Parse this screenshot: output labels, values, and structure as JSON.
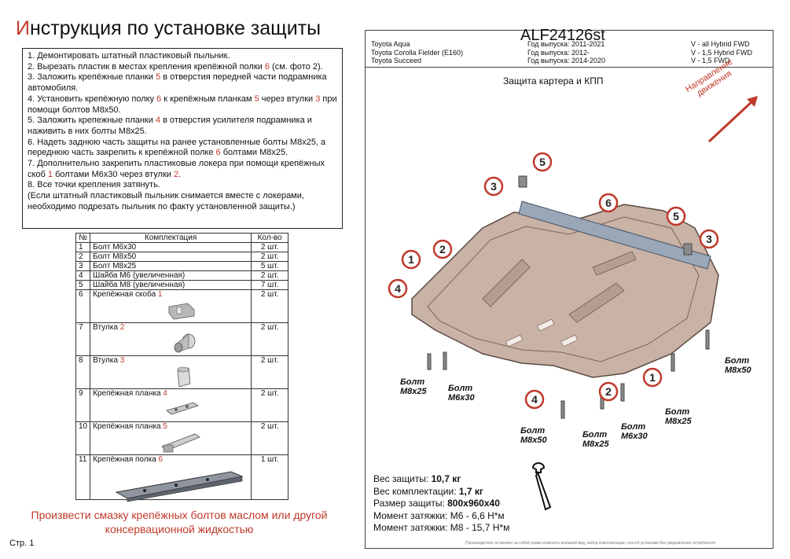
{
  "title": {
    "first_letter": "И",
    "rest": "нструкция по установке защиты"
  },
  "instructions": [
    {
      "text": "1. Демонтировать штатный пластиковый пыльник."
    },
    {
      "pre": "2. Вырезать пластик в местах крепления крепёжной полки ",
      "red": "6",
      "post": " (см. фото 2)."
    },
    {
      "pre": "3. Заложить крепёжные планки ",
      "red": "5",
      "post": " в отверстия передней части подрамника автомобиля."
    },
    {
      "pre": "4. Установить крепёжную полку ",
      "red": "6",
      "mid": " к крепёжным планкам ",
      "red2": "5",
      "mid2": " через втулки ",
      "red3": "3",
      "post": " при помощи болтов М8х50."
    },
    {
      "pre": "5. Заложить крепежные планки ",
      "red": "4",
      "post": " в отверстия усилителя подрамника и наживить в них болты М8х25."
    },
    {
      "pre": "6. Надеть заднюю часть защиты на ранее установленные болты М8х25, а переднюю часть закрепить к крепёжной полке ",
      "red": "6",
      "post": " болтами М8х25."
    },
    {
      "pre": "7. Дополнительно закрепить пластиковые локера при помощи крепёжных скоб ",
      "red": "1",
      "post": " болтами М6х30 через втулки ",
      "red2": "2",
      "post2": "."
    },
    {
      "text": "8. Все точки крепления затянуть."
    },
    {
      "text": "(Если штатный пластиковый пыльник снимается вместе с локерами, необходимо подрезать пыльник по факту установленной защиты.)"
    }
  ],
  "kit": {
    "headers": {
      "num": "№",
      "name": "Комплектация",
      "qty": "Кол-во"
    },
    "rows": [
      {
        "num": "1",
        "name": "Болт М6х30",
        "qty": "2 шт."
      },
      {
        "num": "2",
        "name": "Болт М8х50",
        "qty": "2 шт."
      },
      {
        "num": "3",
        "name": "Болт М8х25",
        "qty": "5 шт."
      },
      {
        "num": "4",
        "name": "Шайба М6 (увеличенная)",
        "qty": "2 шт."
      },
      {
        "num": "5",
        "name": "Шайба М8 (увеличенная)",
        "qty": "7 шт."
      },
      {
        "num": "6",
        "name": "Крепёжная скоба",
        "red": "1",
        "qty": "2 шт."
      },
      {
        "num": "7",
        "name": "Втулка",
        "red": "2",
        "qty": "2 шт."
      },
      {
        "num": "8",
        "name": "Втулка",
        "red": "3",
        "qty": "2 шт."
      },
      {
        "num": "9",
        "name": "Крепёжная планка",
        "red": "4",
        "qty": "2 шт."
      },
      {
        "num": "10",
        "name": "Крепёжная планка",
        "red": "5",
        "qty": "2 шт."
      },
      {
        "num": "11",
        "name": "Крепёжная полка",
        "red": "6",
        "qty": "1 шт."
      }
    ]
  },
  "lube_note": "Произвести смазку крепёжных болтов маслом или другой консервационной жидкостью",
  "page": "Стр. 1",
  "article": "ALF24126st",
  "cars": [
    {
      "model": "Toyota Aqua",
      "years": "Год выпуска: 2011-2021",
      "engine": "V - all Hybrid FWD"
    },
    {
      "model": "Toyota Corolla Fielder (E160)",
      "years": "Год выпуска: 2012-",
      "engine": "V - 1,5 Hybrid FWD"
    },
    {
      "model": "Toyota Succeed",
      "years": "Год выпуска: 2014-2020",
      "engine": "V - 1,5 FWD"
    }
  ],
  "subtitle": "Защита картера и КПП",
  "direction": {
    "line1": "Направление",
    "line2": "движения"
  },
  "callouts": [
    "1",
    "2",
    "3",
    "4",
    "5",
    "6",
    "5",
    "3",
    "1",
    "2",
    "4"
  ],
  "bolt_labels": [
    {
      "word": "Болт",
      "size": "M8x25"
    },
    {
      "word": "Болт",
      "size": "M6x30"
    },
    {
      "word": "Болт",
      "size": "M8x50"
    },
    {
      "word": "Болт",
      "size": "M8x25"
    },
    {
      "word": "Болт",
      "size": "M6x30"
    },
    {
      "word": "Болт",
      "size": "M8x25"
    },
    {
      "word": "Болт",
      "size": "M8x50"
    }
  ],
  "specs": [
    {
      "label": "Вес защиты: ",
      "value": "10,7 кг"
    },
    {
      "label": "Вес комплектации: ",
      "value": "1,7 кг"
    },
    {
      "label": "Размер защиты: ",
      "value": "800х960х40"
    },
    {
      "label": "Момент затяжки: ",
      "value": "М6 - 6,6 Н*м"
    },
    {
      "label": "Момент затяжки: ",
      "value": "М8 - 15,7 Н*м"
    }
  ],
  "footnote": "Производитель оставляет за собой право изменять внешний вид, набор комплектации, способ установки без уведомления потребителя",
  "colors": {
    "accent_red": "#c0392b",
    "plate": "#c9b3a6",
    "plate_edge": "#5a4a42",
    "bracket": "#9aa7b8"
  }
}
